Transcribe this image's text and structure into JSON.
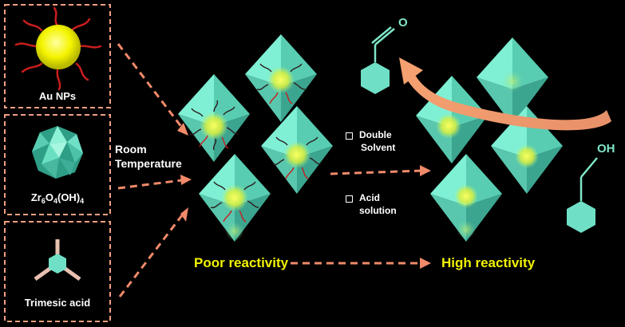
{
  "components": {
    "au_nps": "Au NPs",
    "zr_cluster_parts": [
      "Zr",
      "6",
      "O",
      "4",
      "(OH)",
      "4"
    ],
    "linker": "Trimesic acid"
  },
  "conditions": {
    "room_line1": "Room",
    "room_line2": "Temperature"
  },
  "treatments": {
    "double_line1": "Double",
    "double_line2": "Solvent",
    "acid_line1": "Acid",
    "acid_line2": "solution"
  },
  "reactivity": {
    "poor": "Poor reactivity",
    "high": "High reactivity"
  },
  "molecules": {
    "aldehyde_atom": "O",
    "alcohol_group": "OH"
  },
  "colors": {
    "dashed_border": "#f0a080",
    "arrow": "#f08a6a",
    "octahedron": "#6fe0c6",
    "nanoparticle": "#f4f400",
    "ligand": "#c81e1e",
    "highlight_text": "#f2f200",
    "ring": "#7fe6c8"
  }
}
